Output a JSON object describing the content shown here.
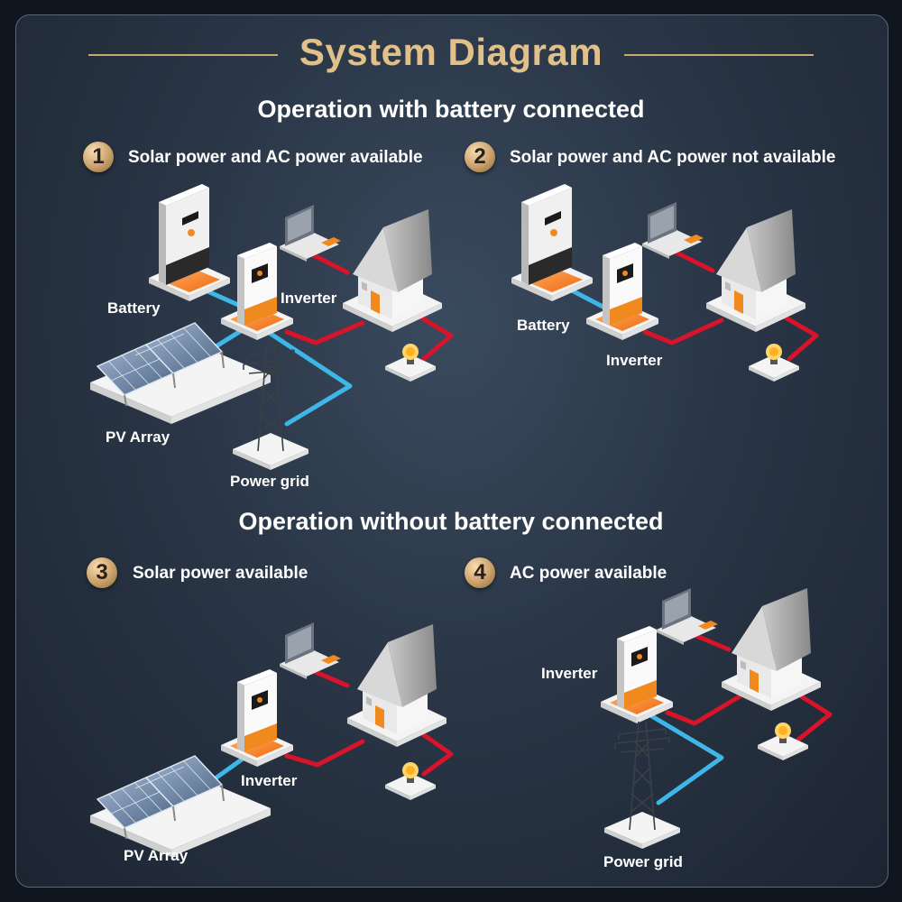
{
  "title": "System Diagram",
  "section_with_battery": "Operation with battery connected",
  "section_without_battery": "Operation without battery connected",
  "scenarios": [
    {
      "number": "1",
      "caption": "Solar power and AC power available"
    },
    {
      "number": "2",
      "caption": "Solar power and AC power not available"
    },
    {
      "number": "3",
      "caption": "Solar power available"
    },
    {
      "number": "4",
      "caption": "AC power available"
    }
  ],
  "labels": {
    "battery": "Battery",
    "inverter": "Inverter",
    "pv_array": "PV Array",
    "power_grid": "Power grid"
  },
  "colors": {
    "title_gold": "#e2c089",
    "dc_line": "#3fb6e8",
    "ac_line": "#d8132a",
    "inverter_accent": "#f08a1e"
  }
}
